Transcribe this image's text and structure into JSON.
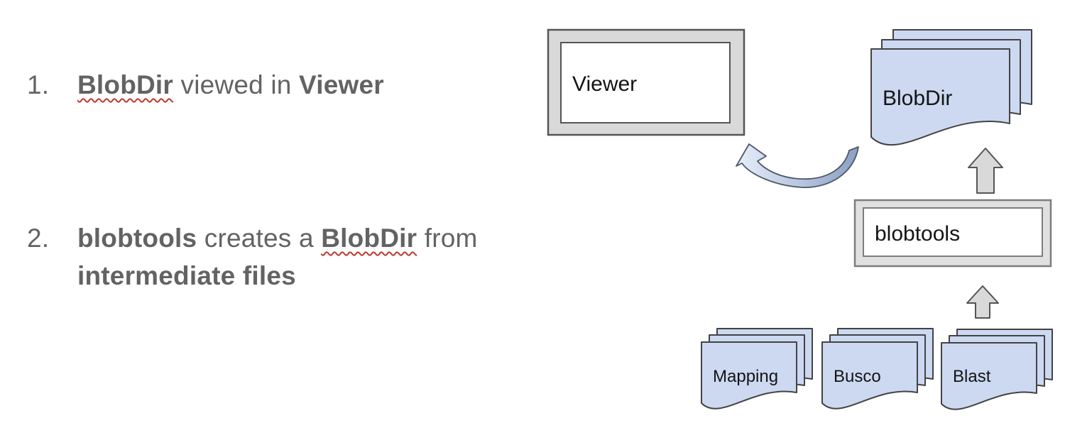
{
  "steps": [
    {
      "number": "1.",
      "lines": [
        {
          "segments": [
            {
              "text": "BlobDir",
              "bold": true,
              "misspelled": true
            },
            {
              "text": " viewed in ",
              "bold": false
            },
            {
              "text": "Viewer",
              "bold": true
            }
          ]
        }
      ]
    },
    {
      "number": "2.",
      "lines": [
        {
          "segments": [
            {
              "text": "blobtools",
              "bold": true
            },
            {
              "text": " creates a ",
              "bold": false
            },
            {
              "text": "BlobDir",
              "bold": true,
              "misspelled": true
            },
            {
              "text": " from",
              "bold": false
            }
          ]
        },
        {
          "segments": [
            {
              "text": "intermediate files",
              "bold": true
            }
          ]
        }
      ]
    }
  ],
  "diagram": {
    "viewer": {
      "label": "Viewer",
      "shape": "framed-box"
    },
    "blobdir": {
      "label": "BlobDir",
      "shape": "document-stack"
    },
    "blobtools": {
      "label": "blobtools",
      "shape": "framed-box"
    },
    "input_stacks": [
      {
        "label": "Mapping",
        "shape": "document-stack"
      },
      {
        "label": "Busco",
        "shape": "document-stack"
      },
      {
        "label": "Blast",
        "shape": "document-stack"
      }
    ],
    "arrows": [
      {
        "name": "blobdir-to-viewer",
        "style": "curved"
      },
      {
        "name": "blobtools-to-blobdir",
        "style": "block-up"
      },
      {
        "name": "inputs-to-blobtools",
        "style": "block-up"
      }
    ]
  },
  "colors": {
    "text_gray": "#636363",
    "misspell_red": "#c0392b",
    "doc_fill": "#ccd9f1",
    "doc_stroke": "#434343",
    "frame_fill": "#d9d9d9",
    "frame_stroke": "#555555",
    "arrow_fill": "#d9d9d9",
    "curved_arrow_start": "#8ba0c6",
    "curved_arrow_end": "#e6edfa"
  }
}
